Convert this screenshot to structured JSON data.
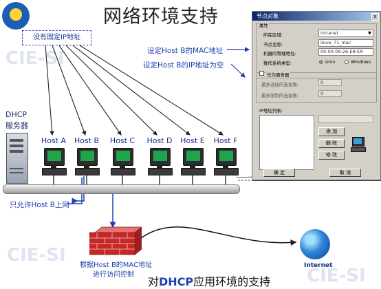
{
  "slide": {
    "title": "网络环境支持",
    "watermark": "CIE-SI",
    "no_fixed_ip_label": "没有固定IP地址",
    "dhcp_server_label_line1": "DHCP",
    "dhcp_server_label_line2": "服务器",
    "mac_annotation": "设定Host B的MAC地址",
    "ip_annotation": "设定Host B的IP地址为空",
    "allow_label": "只允许Host B上网",
    "firewall_label_line1": "根据Host B的MAC地址",
    "firewall_label_line2": "进行访问控制",
    "internet_label": "Internet",
    "bottom_prefix": "对",
    "bottom_dhcp": "DHCP",
    "bottom_suffix": "应用环境的支持",
    "hosts": [
      "Host A",
      "Host B",
      "Host C",
      "Host D",
      "Host E",
      "Host F"
    ]
  },
  "dialog": {
    "title": "节点对象",
    "close_glyph": "x",
    "section_attr": "属性",
    "zone_label": "所在区域:",
    "zone_value": "Intranet",
    "node_name_label": "节点名称:",
    "node_name_value": "linux_71_mac",
    "mac_label": "机器的物理地址:",
    "mac_value": "00-00-09-26-E8-EA",
    "os_label": "操作系统类型:",
    "os_options": [
      "Unix",
      "Windows"
    ],
    "os_selected": "Unix",
    "service_checkbox_label": "任为服务器",
    "max_conn_label": "最多连接的连接数:",
    "max_conn_value": "0",
    "max_rate_label": "最多限制的连接数:",
    "max_rate_value": "0",
    "ip_list_label": "IP地址列表:",
    "add_button": "添 加",
    "delete_button": "删 除",
    "modify_button": "修 改",
    "ok_button": "确 定",
    "cancel_button": "取 消"
  },
  "colors": {
    "accent_blue": "#1f3fb0",
    "title_bar_start": "#0a246a",
    "dialog_bg": "#d4d0c8",
    "screen_green": "#20a64a",
    "firewall_red": "#c62828"
  }
}
